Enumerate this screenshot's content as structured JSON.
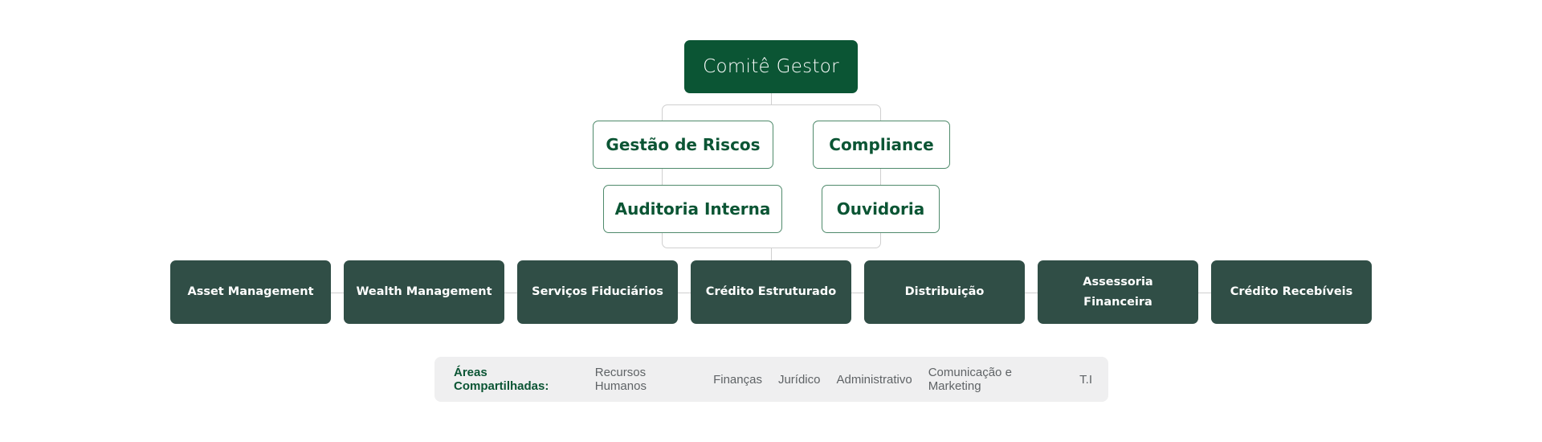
{
  "colors": {
    "primary": "#0b5534",
    "unit_bg": "#304e46",
    "connector": "#cfcfcf",
    "shared_bg": "#efeff0",
    "shared_text": "#5f6366"
  },
  "top": {
    "label": "Comitê Gestor"
  },
  "support": [
    {
      "label": "Gestão de Riscos"
    },
    {
      "label": "Compliance"
    },
    {
      "label": "Auditoria Interna"
    },
    {
      "label": "Ouvidoria"
    }
  ],
  "units": [
    {
      "label": "Asset Management"
    },
    {
      "label": "Wealth Management"
    },
    {
      "label": "Serviços Fiduciários"
    },
    {
      "label": "Crédito Estruturado"
    },
    {
      "label": "Distribuição"
    },
    {
      "label": "Assessoria Financeira"
    },
    {
      "label": "Crédito Recebíveis"
    }
  ],
  "shared": {
    "label": "Áreas Compartilhadas:",
    "items": [
      "Recursos Humanos",
      "Finanças",
      "Jurídico",
      "Administrativo",
      "Comunicação e Marketing",
      "T.I"
    ]
  }
}
